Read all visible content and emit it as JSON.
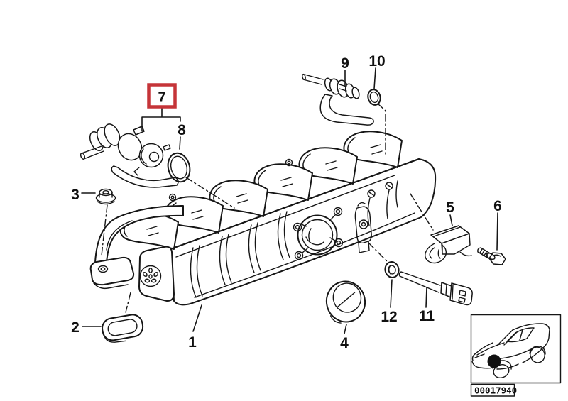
{
  "diagram": {
    "background": "#ffffff",
    "line_color": "#161616",
    "highlight_color": "#c53438",
    "callouts": [
      {
        "label": "1"
      },
      {
        "label": "2"
      },
      {
        "label": "3"
      },
      {
        "label": "4"
      },
      {
        "label": "5"
      },
      {
        "label": "6"
      },
      {
        "label": "7",
        "highlighted": true
      },
      {
        "label": "8"
      },
      {
        "label": "9"
      },
      {
        "label": "10"
      },
      {
        "label": "11"
      },
      {
        "label": "12"
      }
    ],
    "inset": {
      "code": "00017940"
    }
  }
}
